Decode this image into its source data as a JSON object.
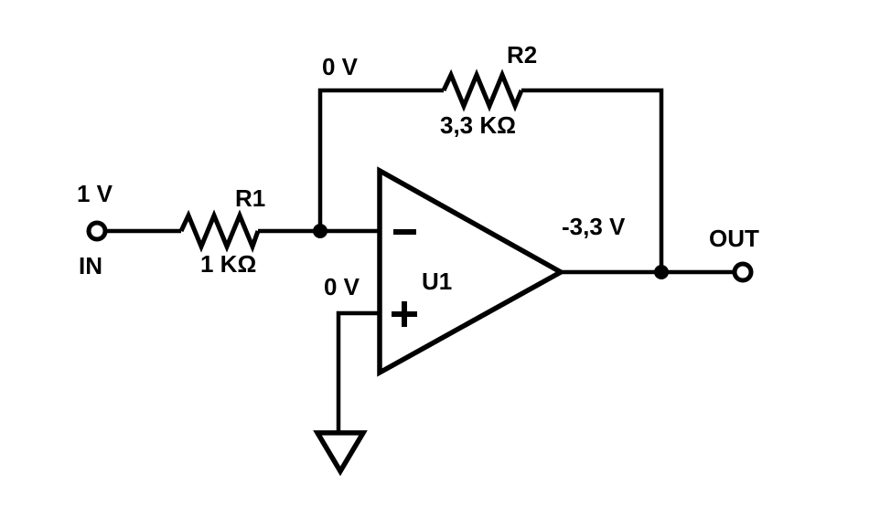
{
  "diagram": {
    "type": "schematic",
    "description": "Inverting operational amplifier circuit with DC node voltages annotated",
    "colors": {
      "line": "#000000",
      "background": "#ffffff",
      "text": "#000000"
    },
    "input": {
      "voltage": "1 V",
      "terminal": "IN"
    },
    "resistors": [
      {
        "name": "R1",
        "value": "1 KΩ"
      },
      {
        "name": "R2",
        "value": "3,3 KΩ"
      }
    ],
    "opamp": {
      "name": "U1"
    },
    "nodes": {
      "inverting_voltage": "0 V",
      "noninverting_voltage": "0 V"
    },
    "output": {
      "voltage": "-3,3 V",
      "terminal": "OUT"
    },
    "icons": {
      "inverting_input": "minus-icon",
      "noninverting_input": "plus-icon",
      "ground": "ground-icon",
      "input_terminal": "open-circle-terminal",
      "output_terminal": "open-circle-terminal"
    }
  }
}
